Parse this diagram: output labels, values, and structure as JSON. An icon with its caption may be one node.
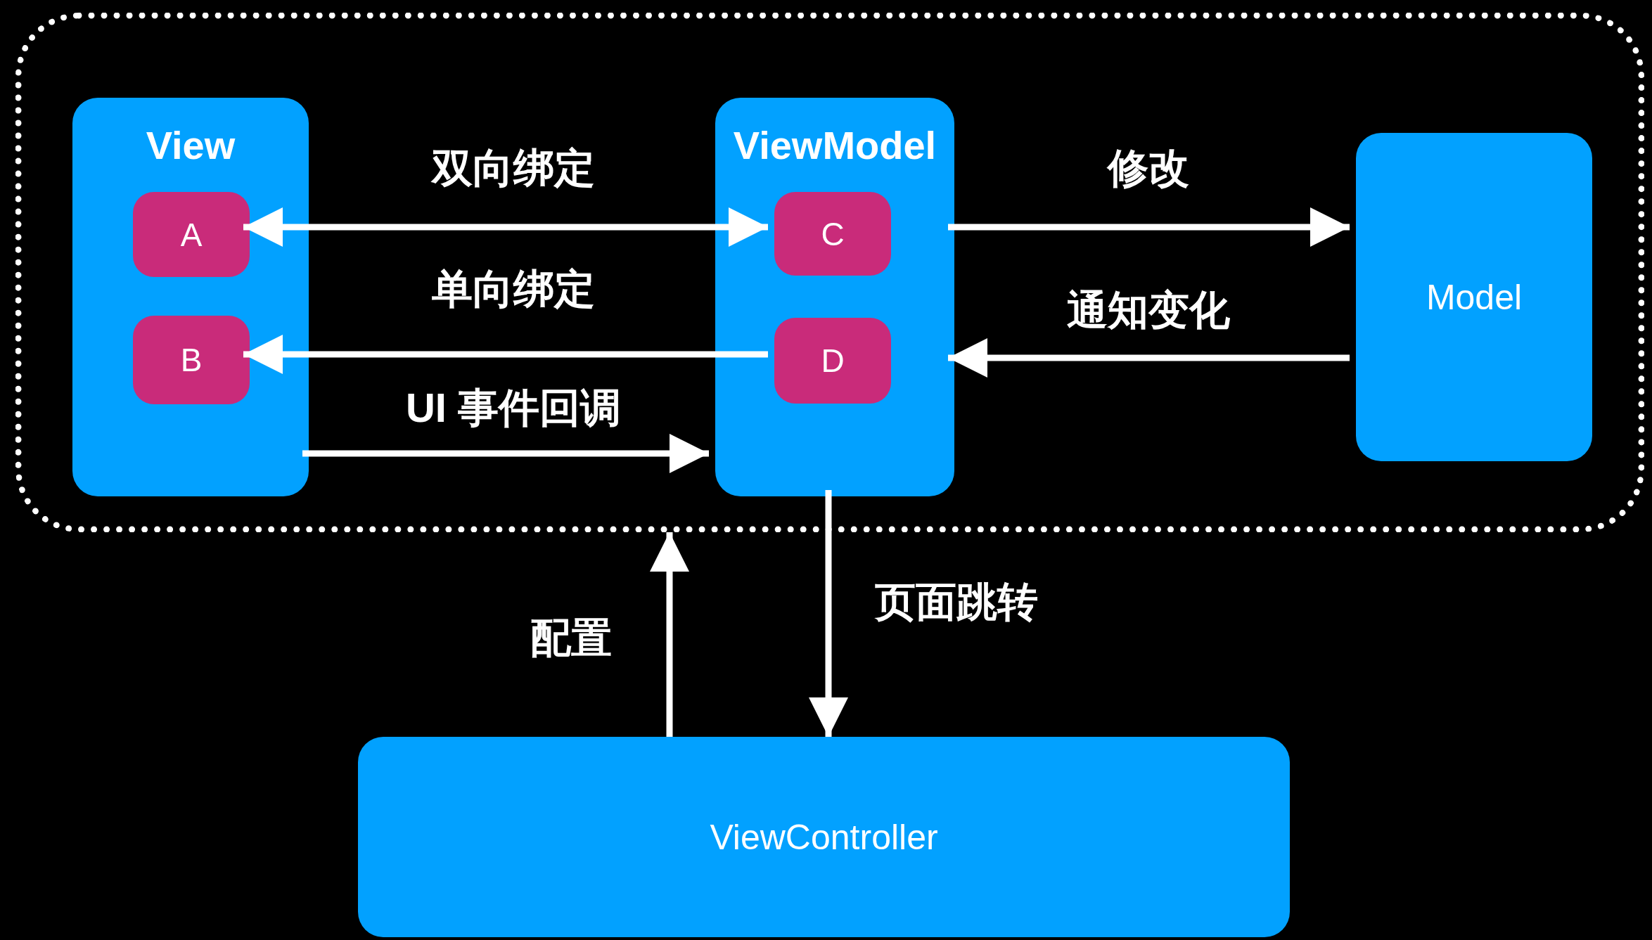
{
  "diagram": {
    "nodes": [
      {
        "text": [],
        "shape": "box"
      },
      {
        "text": [
          "View"
        ],
        "in": 0
      },
      {
        "text": [
          "A"
        ],
        "in": 1
      },
      {
        "text": [
          "B"
        ],
        "in": 1
      },
      {
        "text": [
          "ViewModel"
        ],
        "in": 0
      },
      {
        "text": [
          "C"
        ],
        "in": 4
      },
      {
        "text": [
          "D"
        ],
        "in": 4
      },
      {
        "text": [
          "Model"
        ],
        "in": 0
      },
      {
        "text": [
          "ViewController"
        ]
      }
    ],
    "edges": [
      {
        "from": 2,
        "to": 5,
        "arrow": "both",
        "label": "双向绑定"
      },
      {
        "from": 6,
        "to": 3,
        "arrow": "to",
        "label": "单向绑定"
      },
      {
        "from": 1,
        "to": 4,
        "arrow": "to",
        "label": "UI 事件回调"
      },
      {
        "from": 4,
        "to": 7,
        "arrow": "to",
        "label": "修改"
      },
      {
        "from": 7,
        "to": 4,
        "arrow": "to",
        "label": "通知变化"
      },
      {
        "from": 8,
        "to": 0,
        "arrow": "to",
        "label": "配置"
      },
      {
        "from": 4,
        "to": 8,
        "arrow": "to",
        "label": "页面跳转"
      }
    ]
  }
}
